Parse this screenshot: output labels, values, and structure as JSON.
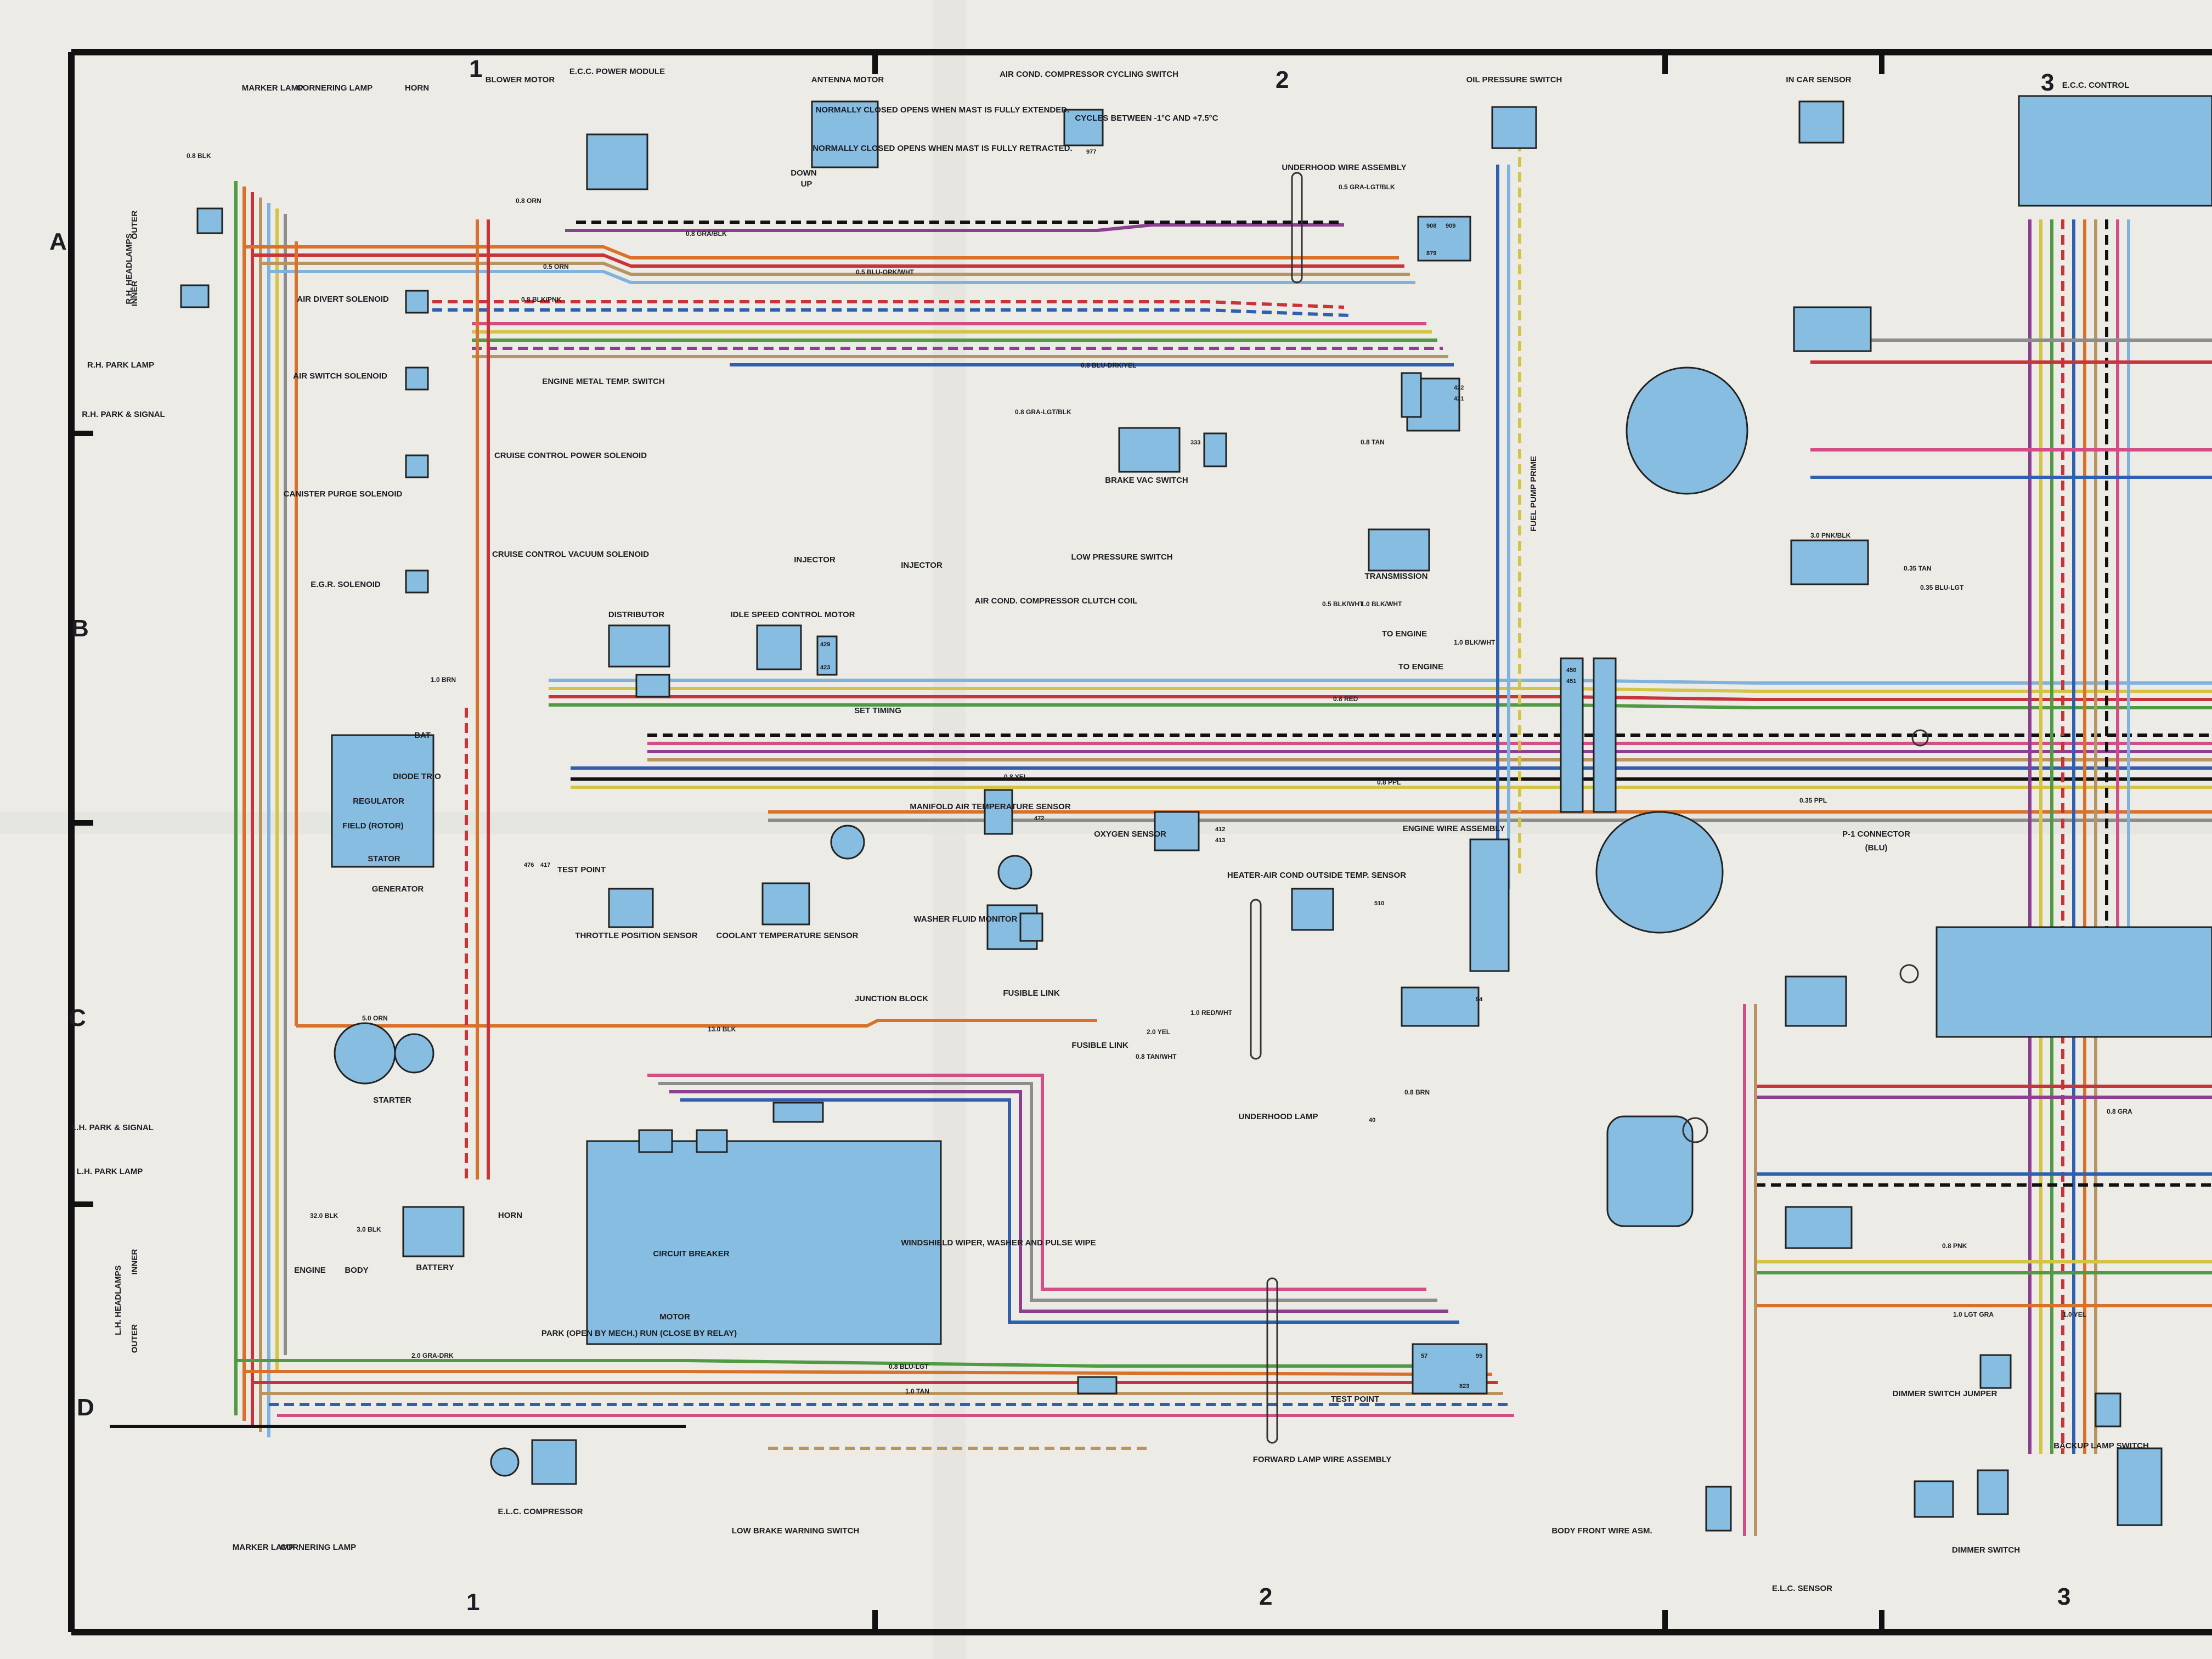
{
  "grid": {
    "columns": [
      "1",
      "2",
      "3"
    ],
    "rows": [
      "A",
      "B",
      "C",
      "D"
    ]
  },
  "components": {
    "marker_lamp_top": "MARKER LAMP",
    "cornering_lamp_top": "CORNERING LAMP",
    "horn_top": "HORN",
    "blower_motor": "BLOWER MOTOR",
    "ecc_power_module": "E.C.C. POWER MODULE",
    "antenna_motor": "ANTENNA MOTOR",
    "antenna_note1": "NORMALLY CLOSED OPENS WHEN MAST IS FULLY EXTENDED.",
    "antenna_note2": "NORMALLY CLOSED OPENS WHEN MAST IS FULLY RETRACTED.",
    "down": "DOWN",
    "up": "UP",
    "air_cond_switch": "AIR COND. COMPRESSOR CYCLING SWITCH",
    "cycles_between": "CYCLES BETWEEN -1°C AND +7.5°C",
    "oil_pressure_switch": "OIL PRESSURE SWITCH",
    "underhood_wire_assembly": "UNDERHOOD WIRE ASSEMBLY",
    "in_car_sensor": "IN CAR SENSOR",
    "ecc_control": "E.C.C. CONTROL",
    "rh_headlamps": "R.H. HEADLAMPS",
    "outer": "OUTER",
    "inner": "INNER",
    "rh_park_lamp": "R.H. PARK LAMP",
    "rh_park_signal": "R.H. PARK & SIGNAL",
    "air_divert": "AIR DIVERT SOLENOID",
    "air_switch": "AIR SWITCH SOLENOID",
    "canister_purge": "CANISTER PURGE SOLENOID",
    "egr": "E.G.R. SOLENOID",
    "engine_metal_temp": "ENGINE METAL TEMP. SWITCH",
    "cruise_power": "CRUISE CONTROL POWER SOLENOID",
    "cruise_vacuum": "CRUISE CONTROL VACUUM SOLENOID",
    "injector1": "INJECTOR",
    "injector2": "INJECTOR",
    "ac_clutch": "AIR COND. COMPRESSOR CLUTCH COIL",
    "low_pressure": "LOW PRESSURE SWITCH",
    "brake_vac": "BRAKE VAC SWITCH",
    "transmission": "TRANSMISSION",
    "fuel_pump_prime": "FUEL PUMP PRIME",
    "to_engine1": "TO ENGINE",
    "to_engine2": "TO ENGINE",
    "distributor": "DISTRIBUTOR",
    "idle_speed": "IDLE SPEED CONTROL MOTOR",
    "set_timing": "SET TIMING",
    "generator": "GENERATOR",
    "regulator": "REGULATOR",
    "field_rotor": "FIELD (ROTOR)",
    "stator": "STATOR",
    "diode_trio": "DIODE TRIO",
    "bat": "BAT",
    "test_point": "TEST POINT",
    "tps": "THROTTLE POSITION SENSOR",
    "manifold_air": "MANIFOLD AIR TEMPERATURE SENSOR",
    "coolant_temp": "COOLANT TEMPERATURE SENSOR",
    "oxygen": "OXYGEN SENSOR",
    "engine_wire": "ENGINE WIRE ASSEMBLY",
    "heater_outside": "HEATER-AIR COND OUTSIDE TEMP. SENSOR",
    "washer_fluid": "WASHER FLUID MONITOR",
    "junction_block": "JUNCTION BLOCK",
    "fusible_link1": "FUSIBLE LINK",
    "fusible_link2": "FUSIBLE LINK",
    "starter": "STARTER",
    "underhood_lamp": "UNDERHOOD LAMP",
    "lh_park_signal": "L.H. PARK & SIGNAL",
    "lh_park_lamp": "L.H. PARK LAMP",
    "lh_headlamps": "L.H. HEADLAMPS",
    "engine_gnd": "ENGINE",
    "body_gnd": "BODY",
    "battery": "BATTERY",
    "horn_bottom": "HORN",
    "motor": "MOTOR",
    "wiper": "WINDSHIELD WIPER, WASHER AND PULSE WIPE",
    "circuit_breaker": "CIRCUIT BREAKER",
    "park_note": "PARK (OPEN BY MECH.) RUN (CLOSE BY RELAY)",
    "test_point_bottom": "TEST POINT",
    "forward_lamp": "FORWARD LAMP WIRE ASSEMBLY",
    "marker_lamp_bottom": "MARKER LAMP",
    "cornering_lamp_bottom": "CORNERING LAMP",
    "elc_compressor": "E.L.C. COMPRESSOR",
    "low_brake": "LOW BRAKE WARNING SWITCH",
    "body_front": "BODY FRONT WIRE ASM.",
    "elc_sensor": "E.L.C. SENSOR",
    "p1_connector": "P-1 CONNECTOR",
    "blu": "(BLU)",
    "dimmer_jumper": "DIMMER SWITCH JUMPER",
    "dimmer_switch": "DIMMER SWITCH",
    "backup_lamp": "BACKUP LAMP SWITCH"
  },
  "wire_labels": {
    "w1": "0.8 BLK",
    "w2": "0.8 ORN",
    "w3": "0.5 ORN",
    "w4": "0.8 GRA/BLK",
    "w5": "0.8 BLK/PNK",
    "w6": "0.5 GRA-LGT/BLK",
    "w7": "0.5 BLU-ORK/WHT",
    "w8": "0.8 GRA-LGT/BLK",
    "w9": "0.8 BLU-DRK/YEL",
    "w10": "1.0 BRN",
    "w11": "0.8 PPL",
    "w12": "0.8 TAN",
    "w13": "0.8 YEL",
    "w14": "5.0 ORN",
    "w15": "13.0 BLK",
    "w16": "2.0 YEL",
    "w17": "1.0 TAN",
    "w18": "2.0 GRA-DRK",
    "w19": "0.8 BLU-LGT",
    "w20": "0.8 RED",
    "w21": "0.5 BLK/WHT",
    "w22": "0.35 TAN",
    "w23": "0.35 PPL",
    "w24": "0.8 GRA",
    "w25": "1.0 YEL",
    "w26": "0.8 PNK",
    "w27": "1.0 LGT GRA",
    "w28": "0.35 BLU-LGT",
    "w29": "1.0 BLK/WHT",
    "w30": "32.0 BLK",
    "w31": "3.0 BLK",
    "w32": "1.0 RED/WHT",
    "w33": "0.8 BRN",
    "w34": "3.0 PNK/BLK",
    "w35": "0.8 TAN/WHT",
    "w36": "1.0 BLK/WHT"
  },
  "pins": {
    "p1": "450",
    "p2": "451",
    "p3": "422",
    "p4": "421",
    "p5": "908",
    "p6": "909",
    "p7": "333",
    "p8": "429",
    "p9": "423",
    "p10": "476",
    "p11": "417",
    "p12": "472",
    "p13": "412",
    "p14": "413",
    "p15": "510",
    "p16": "94",
    "p17": "40",
    "p18": "57",
    "p19": "95",
    "p20": "823",
    "p21": "977",
    "p22": "879"
  },
  "colors": {
    "paper": "#ecebe6",
    "frame": "#111111",
    "component_fill": "#86bde0",
    "wire_orange": "#d9712b",
    "wire_green": "#4f9a43",
    "wire_blue": "#2f5fb0",
    "wire_red": "#c8343a",
    "wire_purple": "#8b3f8f",
    "wire_tan": "#b89462",
    "wire_yellow": "#d3c445",
    "wire_pink": "#d14f86",
    "wire_gray": "#8d8d8d",
    "wire_lightblue": "#7fb3dd",
    "wire_brown": "#7a4f2a"
  }
}
